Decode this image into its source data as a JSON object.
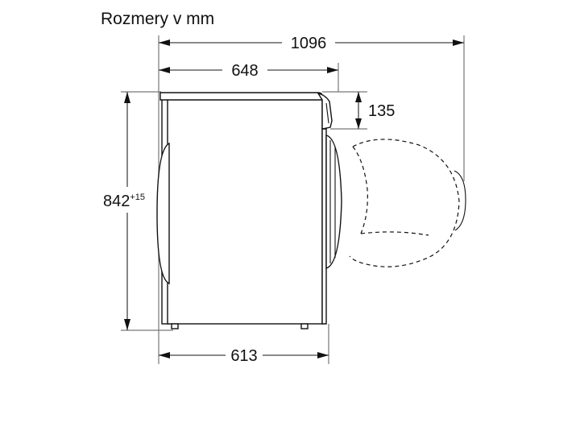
{
  "title": "Rozmery v mm",
  "dimensions": {
    "total_depth_open": "1096",
    "top_depth": "648",
    "door_height": "135",
    "height": "842",
    "height_tolerance": "+15",
    "base_depth": "613"
  }
}
